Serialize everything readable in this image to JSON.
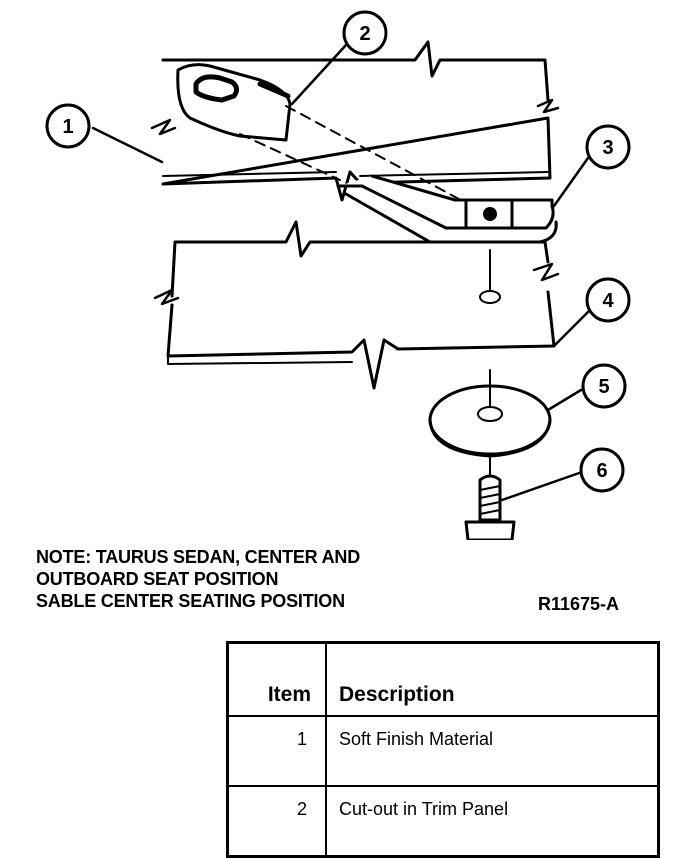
{
  "diagram": {
    "callouts": [
      "1",
      "2",
      "3",
      "4",
      "5",
      "6"
    ]
  },
  "note": {
    "lines": [
      "NOTE: TAURUS SEDAN, CENTER AND",
      "OUTBOARD SEAT POSITION",
      "SABLE CENTER SEATING POSITION"
    ]
  },
  "reference": "R11675-A",
  "table": {
    "headers": {
      "item": "Item",
      "description": "Description"
    },
    "rows": [
      {
        "item": "1",
        "description": "Soft Finish Material"
      },
      {
        "item": "2",
        "description": "Cut-out in Trim Panel"
      }
    ]
  }
}
